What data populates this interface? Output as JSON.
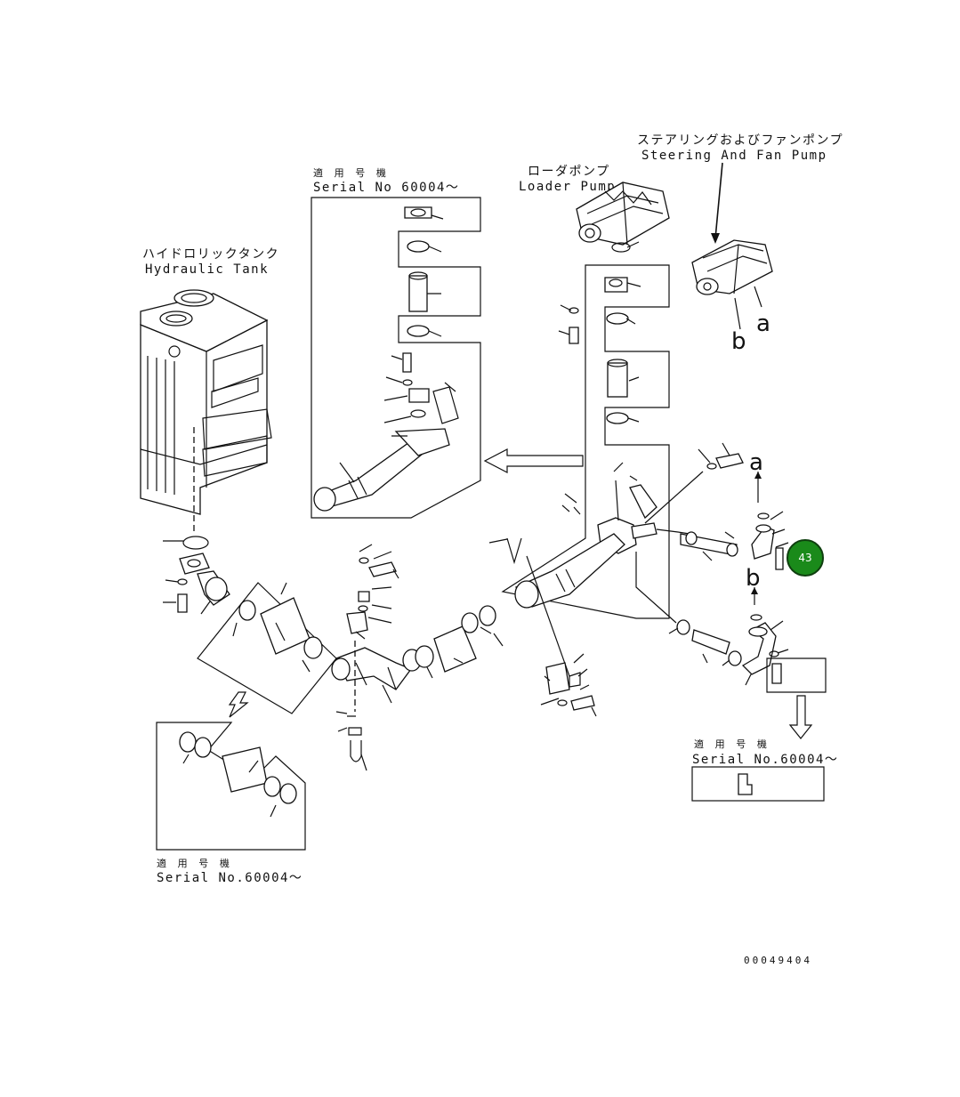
{
  "labels": {
    "hydraulic_tank_jp": "ハイドロリックタンク",
    "hydraulic_tank_en": "Hydraulic Tank",
    "loader_pump_jp": "ローダポンプ",
    "loader_pump_en": "Loader Pump",
    "steering_fan_pump_jp": "ステアリングおよびファンポンプ",
    "steering_fan_pump_en": "Steering And Fan Pump"
  },
  "serial_notes": [
    {
      "jp": "適 用 号 機",
      "en": "Serial No 60004～"
    },
    {
      "jp": "適 用 号 機",
      "en": "Serial No.60004～"
    },
    {
      "jp": "適 用 号 機",
      "en": "Serial No.60004～"
    }
  ],
  "port_letters": {
    "a": "a",
    "b": "b",
    "a2": "a",
    "b2": "b"
  },
  "callout": {
    "number": "43",
    "color": "#1a8a1a"
  },
  "figure_id": "00049404"
}
